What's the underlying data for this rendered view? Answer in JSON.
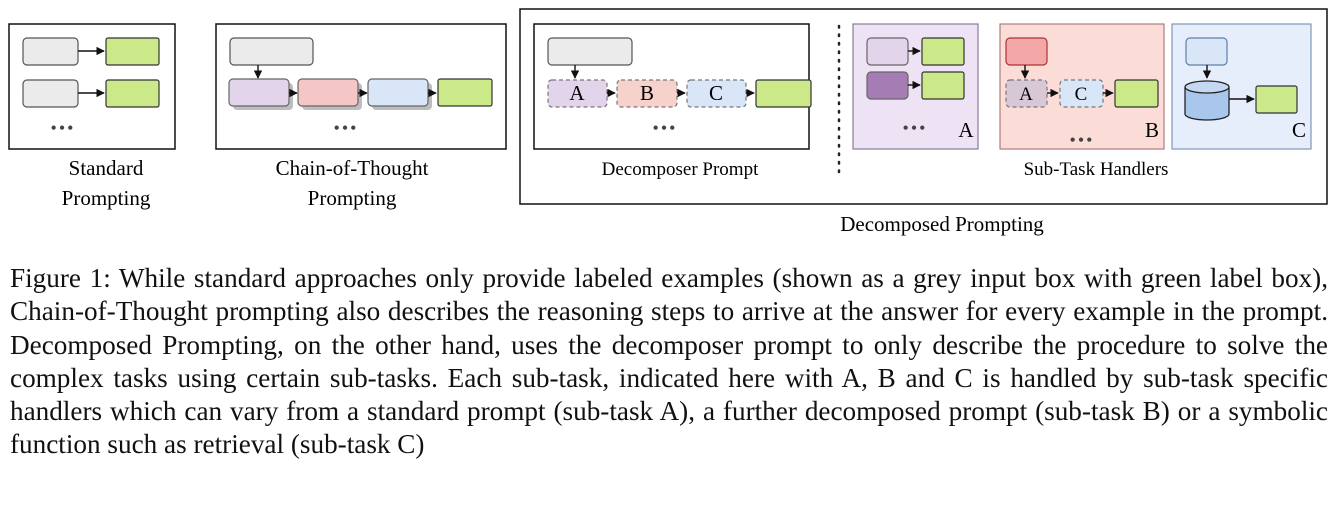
{
  "figure": {
    "panels": {
      "standard": {
        "label_line1": "Standard",
        "label_line2": "Prompting"
      },
      "cot": {
        "label_line1": "Chain-of-Thought",
        "label_line2": "Prompting"
      },
      "decomposer": {
        "label": "Decomposer Prompt"
      },
      "handlers": {
        "label": "Sub-Task Handlers"
      },
      "decomposed": {
        "label": "Decomposed Prompting"
      }
    },
    "subtask_letters": {
      "a": "A",
      "b": "B",
      "c": "C"
    },
    "ellipsis": "•••",
    "colors": {
      "grey": "#ebebeb",
      "green": "#cce98a",
      "purple_light": "#e2d4ea",
      "purple_dark": "#a57cb4",
      "red_light": "#f4c6c6",
      "red_fill": "#f7d2cd",
      "blue_light": "#d9e6f8",
      "blue_mid": "#a9c6ec",
      "panel_a_bg": "#eee3f4",
      "panel_b_bg": "#fcdcd7",
      "panel_c_bg": "#e6eefb"
    }
  },
  "caption": {
    "text": "Figure 1: While standard approaches only provide labeled examples (shown as a grey input box with green label box), Chain-of-Thought prompting also describes the reasoning steps to arrive at the answer for every example in the prompt. Decomposed Prompting, on the other hand, uses the decomposer prompt to only describe the procedure to solve the complex tasks using certain sub-tasks. Each sub-task, indicated here with A, B and C is handled by sub-task specific handlers which can vary from a standard prompt (sub-task A), a further decomposed prompt (sub-task B) or a symbolic function such as retrieval (sub-task C)"
  }
}
